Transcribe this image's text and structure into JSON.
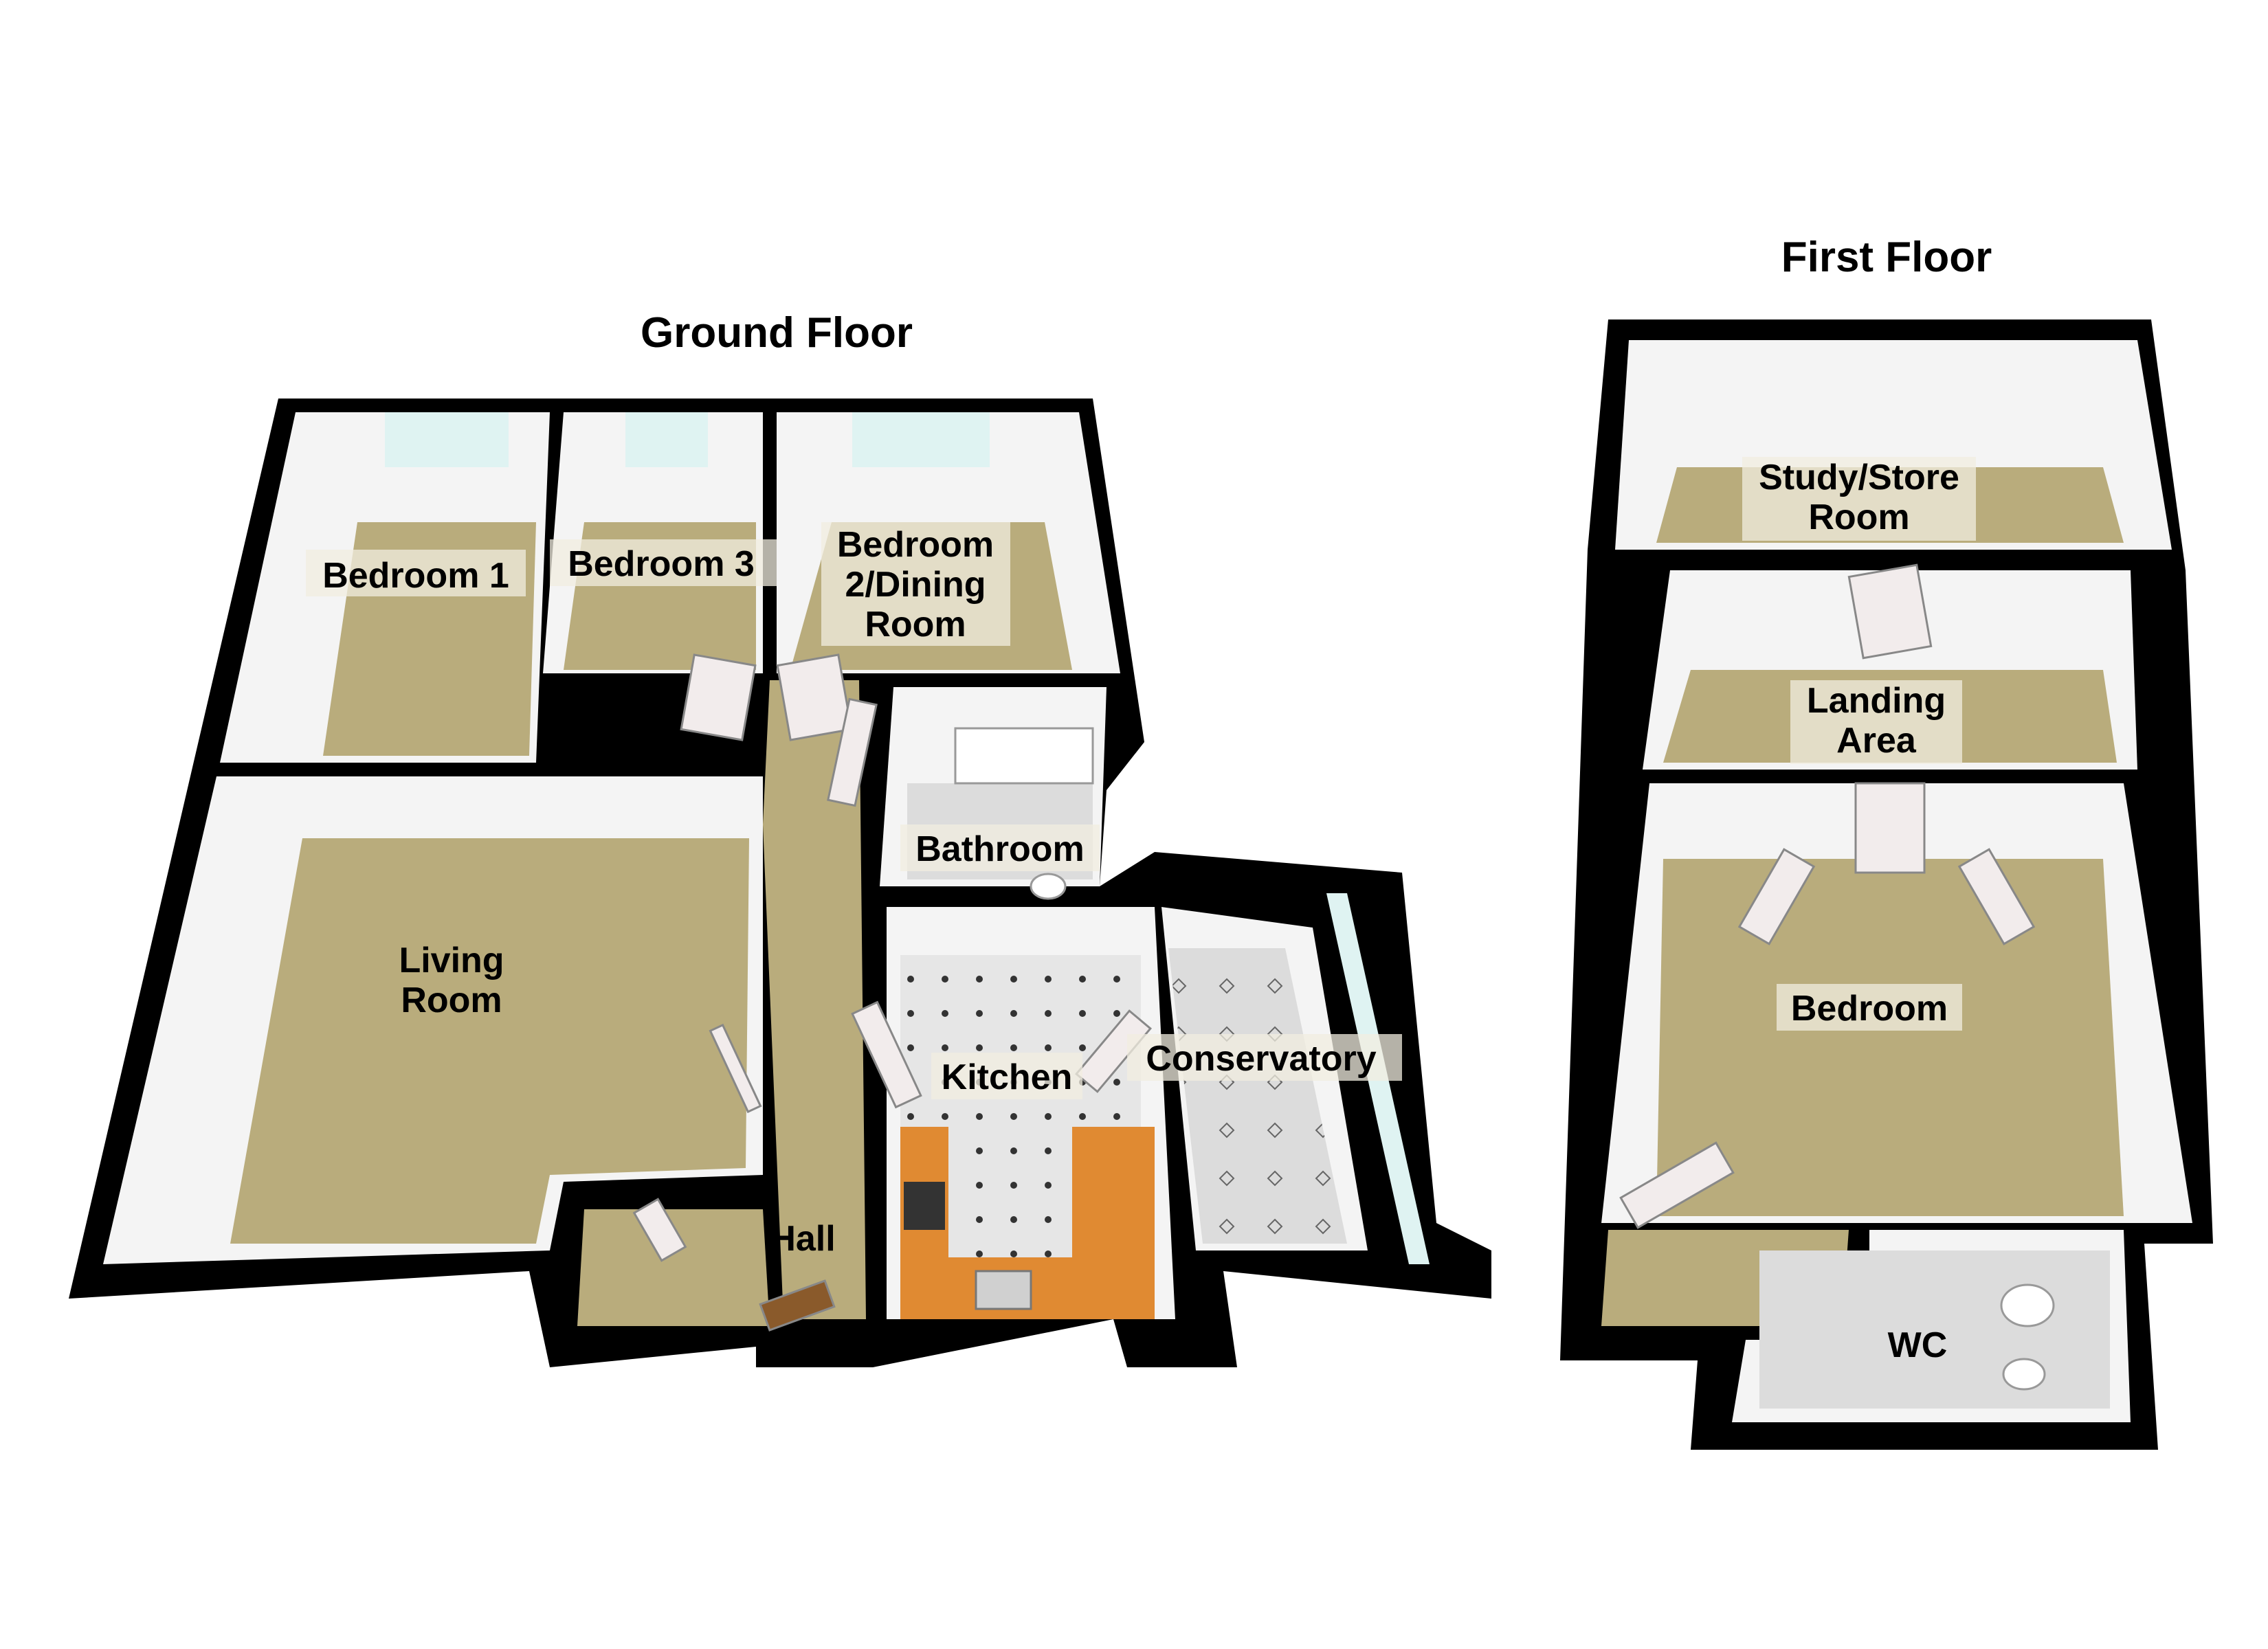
{
  "ground_floor": {
    "title": "Ground Floor",
    "rooms": {
      "bedroom1": [
        "Bedroom 1"
      ],
      "bedroom3": [
        "Bedroom 3"
      ],
      "bedroom2": [
        "Bedroom",
        "2/Dining",
        "Room"
      ],
      "bathroom": [
        "Bathroom"
      ],
      "living": [
        "Living",
        "Room"
      ],
      "kitchen": [
        "Kitchen"
      ],
      "conservatory": [
        "Conservatory"
      ],
      "hall": [
        "Hall"
      ]
    }
  },
  "first_floor": {
    "title": "First Floor",
    "rooms": {
      "study": [
        "Study/Store",
        "Room"
      ],
      "landing": [
        "Landing",
        "Area"
      ],
      "bedroom": [
        "Bedroom"
      ],
      "wc": [
        "WC"
      ]
    }
  },
  "colors": {
    "wall": "#000000",
    "carpet": "#b9ac7c",
    "tile": "#dcdcdc",
    "inner_wall": "#f4f4f4",
    "worktop": "#e08a32"
  }
}
